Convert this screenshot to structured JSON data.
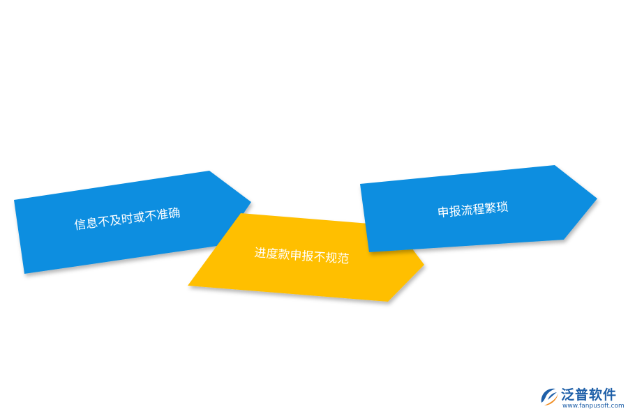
{
  "arrows": [
    {
      "id": "info",
      "label": "信息不及时或不准确",
      "color": "#0a8ee0"
    },
    {
      "id": "progress",
      "label": "进度款申报不规范",
      "color": "#ffbf00"
    },
    {
      "id": "process",
      "label": "申报流程繁琐",
      "color": "#0a8ee0"
    }
  ],
  "logo": {
    "name": "泛普软件",
    "url": "www.fanpusoft.com",
    "colors": {
      "blue": "#1e5fa8",
      "orange": "#f08a1c"
    }
  }
}
